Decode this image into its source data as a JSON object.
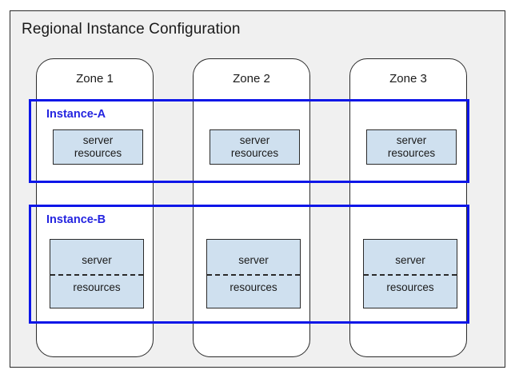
{
  "diagram": {
    "title": "Regional Instance Configuration",
    "colors": {
      "canvas": "#ffffff",
      "region_background": "#f0f0f0",
      "region_border": "#2a2a2a",
      "zone_background": "#ffffff",
      "zone_border": "#2a2a2a",
      "instance_accent": "#0d16e8",
      "instance_label": "#2424e0",
      "resource_fill": "#cfe0ef",
      "resource_border": "#2a2a2a",
      "text": "#1a1a1a"
    }
  },
  "zones": [
    {
      "id": "zone-1",
      "label": "Zone 1"
    },
    {
      "id": "zone-2",
      "label": "Zone 2"
    },
    {
      "id": "zone-3",
      "label": "Zone 3"
    }
  ],
  "instances": [
    {
      "id": "instance-a",
      "label": "Instance-A",
      "resource_style": "solid",
      "resources": [
        {
          "zone": "Zone 1",
          "line1": "server",
          "line2": "resources"
        },
        {
          "zone": "Zone 2",
          "line1": "server",
          "line2": "resources"
        },
        {
          "zone": "Zone 3",
          "line1": "server",
          "line2": "resources"
        }
      ]
    },
    {
      "id": "instance-b",
      "label": "Instance-B",
      "resource_style": "dashed-divider",
      "resources": [
        {
          "zone": "Zone 1",
          "line1": "server",
          "line2": "resources"
        },
        {
          "zone": "Zone 2",
          "line1": "server",
          "line2": "resources"
        },
        {
          "zone": "Zone 3",
          "line1": "server",
          "line2": "resources"
        }
      ]
    }
  ]
}
